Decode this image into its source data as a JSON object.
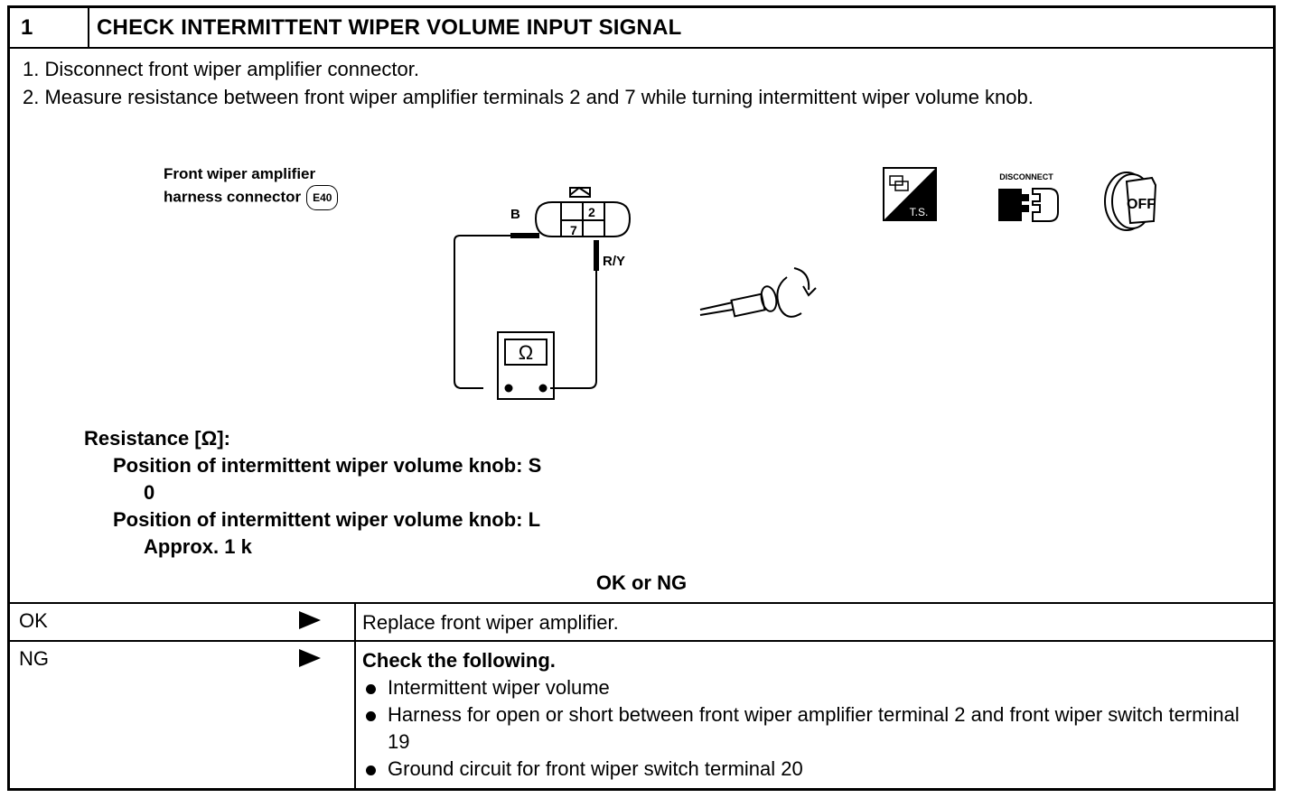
{
  "header": {
    "step_number": "1",
    "title": "CHECK INTERMITTENT WIPER VOLUME INPUT SIGNAL"
  },
  "steps": [
    "1. Disconnect front wiper amplifier connector.",
    "2. Measure resistance between front wiper amplifier terminals 2 and 7 while turning intermittent wiper volume knob."
  ],
  "diagram": {
    "connector_label_line1": "Front wiper amplifier",
    "connector_label_line2": "harness connector",
    "connector_code": "E40",
    "wire_b": "B",
    "wire_ry": "R/Y",
    "terminal_a": "2",
    "terminal_b": "7",
    "meter_symbol": "Ω",
    "icons": {
      "ts_label": "T.S.",
      "disconnect_label": "DISCONNECT",
      "off_label": "OFF"
    }
  },
  "specification": {
    "heading": "Resistance [Ω]:",
    "conditions": [
      {
        "label": "Position of intermittent wiper volume knob: S",
        "value": "0"
      },
      {
        "label": "Position of intermittent wiper volume knob: L",
        "value": "Approx. 1 k"
      }
    ]
  },
  "decision_label": "OK or NG",
  "results": {
    "ok": {
      "label": "OK",
      "action": "Replace front wiper amplifier."
    },
    "ng": {
      "label": "NG",
      "action_heading": "Check the following.",
      "items": [
        "Intermittent wiper volume",
        "Harness for open or short between front wiper amplifier terminal 2 and front wiper switch terminal 19",
        "Ground circuit for front wiper switch terminal 20"
      ]
    }
  }
}
